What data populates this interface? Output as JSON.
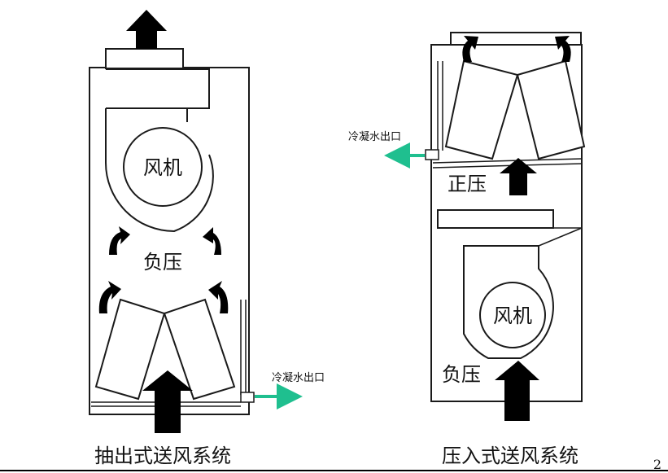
{
  "left_diagram": {
    "fan_label": "风机",
    "pressure_label": "负压",
    "condensate_label": "冷凝水出口",
    "caption": "抽出式送风系统"
  },
  "right_diagram": {
    "fan_label": "风机",
    "positive_pressure_label": "正压",
    "negative_pressure_label": "负压",
    "condensate_label": "冷凝水出口",
    "caption": "压入式送风系统"
  },
  "page_number": "2",
  "colors": {
    "line": "#1a1a1a",
    "airflow_arrow": "#000000",
    "condensate_arrow": "#1fbf8f",
    "background": "#ffffff"
  }
}
